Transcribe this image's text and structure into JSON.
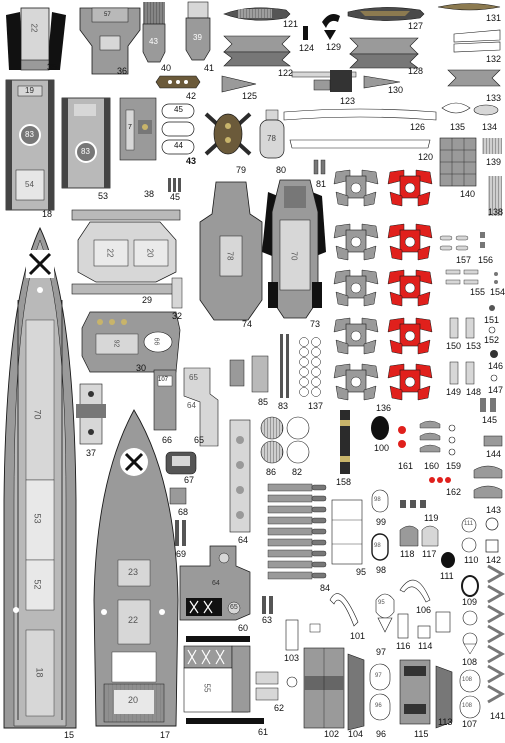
{
  "colors": {
    "hull_gray": "#9a9a9a",
    "deck_gray": "#b9b9b9",
    "light_gray": "#d7d7d7",
    "dark": "#2b2b2b",
    "wood": "#6b5a3a",
    "red": "#e0201c",
    "outline": "#1a1a1a"
  },
  "labels": [
    "35",
    "36",
    "40",
    "41",
    "121",
    "124",
    "129",
    "127",
    "131",
    "132",
    "133",
    "122",
    "128",
    "125",
    "123",
    "130",
    "42",
    "126",
    "135",
    "134",
    "120",
    "18",
    "53",
    "38",
    "45",
    "43",
    "79",
    "80",
    "81",
    "139",
    "140",
    "138",
    "29",
    "74",
    "73",
    "157",
    "156",
    "155",
    "154",
    "32",
    "151",
    "152",
    "153",
    "150",
    "146",
    "147",
    "148",
    "149",
    "145",
    "30",
    "144",
    "143",
    "142",
    "37",
    "66",
    "65",
    "67",
    "68",
    "64",
    "86",
    "82",
    "85",
    "83",
    "137",
    "136",
    "100",
    "161",
    "160",
    "159",
    "158",
    "162",
    "99",
    "119",
    "110",
    "98",
    "118",
    "117",
    "111",
    "109",
    "95",
    "84",
    "106",
    "101",
    "69",
    "60",
    "63",
    "61",
    "62",
    "103",
    "102",
    "104",
    "97",
    "96",
    "116",
    "114",
    "115",
    "113",
    "141",
    "108",
    "107",
    "15",
    "17"
  ],
  "part_numbers": {
    "p35": "22",
    "p36": "57",
    "p40": "43",
    "p41": "39",
    "p18a": "19",
    "p18b": "83",
    "p18c": "54",
    "p53": "83",
    "p43a": "45",
    "p43b": "44",
    "p80": "78",
    "p29a": "22",
    "p29b": "20",
    "p74": "78",
    "p73": "70",
    "p30a": "92",
    "p30b": "66",
    "p66": "107",
    "p65a": "65",
    "p65b": "64",
    "p15a": "70",
    "p15b": "53",
    "p15c": "52",
    "p15d": "18",
    "p17a": "23",
    "p17b": "22",
    "p17c": "20",
    "p60a": "64",
    "p60b": "65",
    "p61": "55",
    "p99": "98",
    "p98": "98",
    "p97": "95",
    "p97b": "97",
    "p96": "96",
    "p108": "108",
    "p107": "108",
    "p110": "111",
    "p38": "7"
  }
}
